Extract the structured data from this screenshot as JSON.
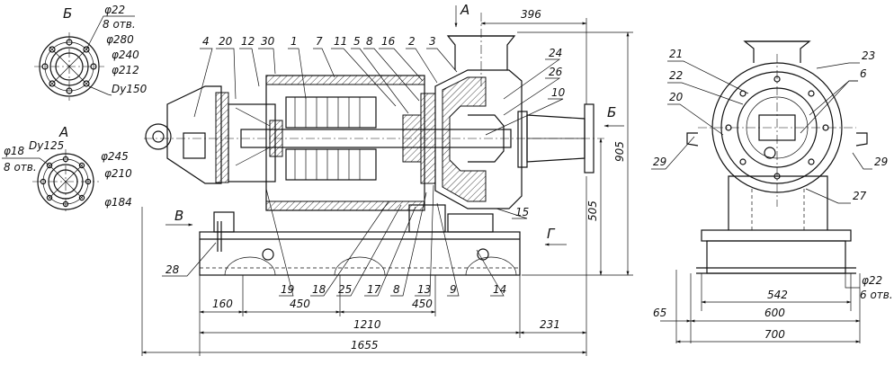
{
  "views": {
    "A": "А",
    "B": "Б",
    "V": "В",
    "G": "Г"
  },
  "flange_b": {
    "holes": "φ22",
    "holes_count": "8 отв.",
    "d1": "φ280",
    "d2": "φ240",
    "d3": "φ212",
    "dn": "Dy150"
  },
  "flange_a": {
    "holes": "φ18",
    "holes_count": "8 отв.",
    "dn": "Dy125",
    "d1": "φ245",
    "d2": "φ210",
    "d3": "φ184"
  },
  "dims": {
    "d396": "396",
    "d905": "905",
    "d505": "505",
    "d160": "160",
    "d450a": "450",
    "d450b": "450",
    "d1210": "1210",
    "d231": "231",
    "d1655": "1655",
    "d65": "65",
    "d542": "542",
    "d600": "600",
    "d700": "700",
    "d22": "φ22",
    "d22n": "6 отв."
  },
  "callouts": {
    "c4": "4",
    "c20": "20",
    "c12": "12",
    "c30": "30",
    "c1": "1",
    "c7": "7",
    "c11": "11",
    "c5": "5",
    "c8": "8",
    "c16": "16",
    "c2": "2",
    "c3": "3",
    "c24": "24",
    "c26": "26",
    "c10": "10",
    "c15": "15",
    "c28": "28",
    "c19": "19",
    "c18": "18",
    "c25": "25",
    "c17": "17",
    "c8b": "8",
    "c13": "13",
    "c9": "9",
    "c14": "14",
    "c21": "21",
    "c22": "22",
    "c20b": "20",
    "c23": "23",
    "c6": "6",
    "c29a": "29",
    "c29b": "29",
    "c27": "27"
  }
}
